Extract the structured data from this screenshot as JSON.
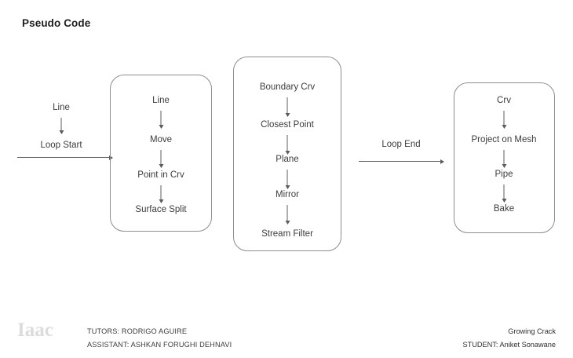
{
  "page": {
    "title": "Pseudo Code",
    "background_color": "#ffffff",
    "text_color": "#3c3c3c",
    "box_border_color": "#8d8d93",
    "arrow_color": "#5c5c62"
  },
  "flow": {
    "entry": {
      "name": "entry-sequence",
      "nodes": [
        {
          "label": "Line"
        },
        {
          "label": "Loop Start"
        }
      ]
    },
    "connectors": [
      {
        "name": "loop-start-connector",
        "label": "",
        "from": "entry-sequence",
        "to": "group-1"
      },
      {
        "name": "loop-end-connector",
        "label": "Loop End",
        "from": "group-2",
        "to": "group-3"
      }
    ],
    "groups": [
      {
        "name": "group-1",
        "nodes": [
          {
            "label": "Line"
          },
          {
            "label": "Move"
          },
          {
            "label": "Point in Crv"
          },
          {
            "label": "Surface Split"
          }
        ]
      },
      {
        "name": "group-2",
        "nodes": [
          {
            "label": "Boundary Crv"
          },
          {
            "label": "Closest Point"
          },
          {
            "label": "Plane"
          },
          {
            "label": "Mirror"
          },
          {
            "label": "Stream Filter"
          }
        ]
      },
      {
        "name": "group-3",
        "nodes": [
          {
            "label": "Crv"
          },
          {
            "label": "Project on Mesh"
          },
          {
            "label": "Pipe"
          },
          {
            "label": "Bake"
          }
        ]
      }
    ]
  },
  "footer": {
    "logo_text": "Iaac",
    "left_lines": [
      "TUTORS: RODRIGO AGUIRE",
      "ASSISTANT: ASHKAN FORUGHI DEHNAVI"
    ],
    "right_lines": [
      "Growing Crack",
      "STUDENT: Aniket Sonawane"
    ]
  }
}
